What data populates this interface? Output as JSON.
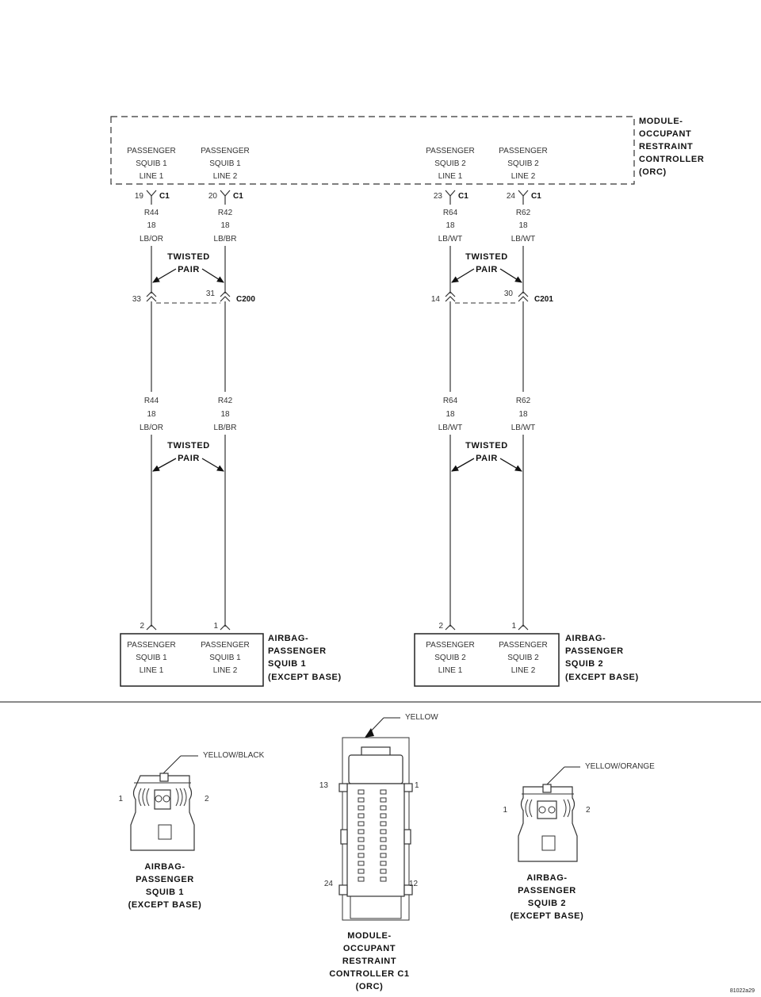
{
  "orc": {
    "title": [
      "MODULE-",
      "OCCUPANT",
      "RESTRAINT",
      "CONTROLLER",
      "(ORC)"
    ],
    "pins": [
      {
        "label": [
          "PASSENGER",
          "SQUIB 1",
          "LINE 1"
        ],
        "cavity": "19",
        "connector": "C1"
      },
      {
        "label": [
          "PASSENGER",
          "SQUIB 1",
          "LINE 2"
        ],
        "cavity": "20",
        "connector": "C1"
      },
      {
        "label": [
          "PASSENGER",
          "SQUIB 2",
          "LINE 1"
        ],
        "cavity": "23",
        "connector": "C1"
      },
      {
        "label": [
          "PASSENGER",
          "SQUIB 2",
          "LINE 2"
        ],
        "cavity": "24",
        "connector": "C1"
      }
    ]
  },
  "wires_upper": [
    {
      "circuit": "R44",
      "gauge": "18",
      "color": "LB/OR"
    },
    {
      "circuit": "R42",
      "gauge": "18",
      "color": "LB/BR"
    },
    {
      "circuit": "R64",
      "gauge": "18",
      "color": "LB/WT"
    },
    {
      "circuit": "R62",
      "gauge": "18",
      "color": "LB/WT"
    }
  ],
  "twisted_pair_label": [
    "TWISTED",
    "PAIR"
  ],
  "inline_connectors": [
    {
      "name": "C200",
      "cavities": [
        "33",
        "31"
      ]
    },
    {
      "name": "C201",
      "cavities": [
        "14",
        "30"
      ]
    }
  ],
  "wires_lower": [
    {
      "circuit": "R44",
      "gauge": "18",
      "color": "LB/OR"
    },
    {
      "circuit": "R42",
      "gauge": "18",
      "color": "LB/BR"
    },
    {
      "circuit": "R64",
      "gauge": "18",
      "color": "LB/WT"
    },
    {
      "circuit": "R62",
      "gauge": "18",
      "color": "LB/WT"
    }
  ],
  "squib_pins": [
    "2",
    "1",
    "2",
    "1"
  ],
  "squibs": [
    {
      "lines": [
        [
          "PASSENGER",
          "SQUIB 1",
          "LINE 1"
        ],
        [
          "PASSENGER",
          "SQUIB 1",
          "LINE 2"
        ]
      ],
      "title": [
        "AIRBAG-",
        "PASSENGER",
        "SQUIB 1",
        "(EXCEPT BASE)"
      ]
    },
    {
      "lines": [
        [
          "PASSENGER",
          "SQUIB 2",
          "LINE 1"
        ],
        [
          "PASSENGER",
          "SQUIB 2",
          "LINE 2"
        ]
      ],
      "title": [
        "AIRBAG-",
        "PASSENGER",
        "SQUIB 2",
        "(EXCEPT BASE)"
      ]
    }
  ],
  "connector_views": {
    "squib1": {
      "color": "YELLOW/BLACK",
      "pins": [
        "1",
        "2"
      ],
      "title": [
        "AIRBAG-",
        "PASSENGER",
        "SQUIB 1",
        "(EXCEPT BASE)"
      ]
    },
    "orc_c1": {
      "color": "YELLOW",
      "pins": [
        "13",
        "1",
        "24",
        "12"
      ],
      "title": [
        "MODULE-",
        "OCCUPANT",
        "RESTRAINT",
        "CONTROLLER C1",
        "(ORC)"
      ]
    },
    "squib2": {
      "color": "YELLOW/ORANGE",
      "pins": [
        "1",
        "2"
      ],
      "title": [
        "AIRBAG-",
        "PASSENGER",
        "SQUIB 2",
        "(EXCEPT BASE)"
      ]
    }
  },
  "figure_id": "81022a29"
}
